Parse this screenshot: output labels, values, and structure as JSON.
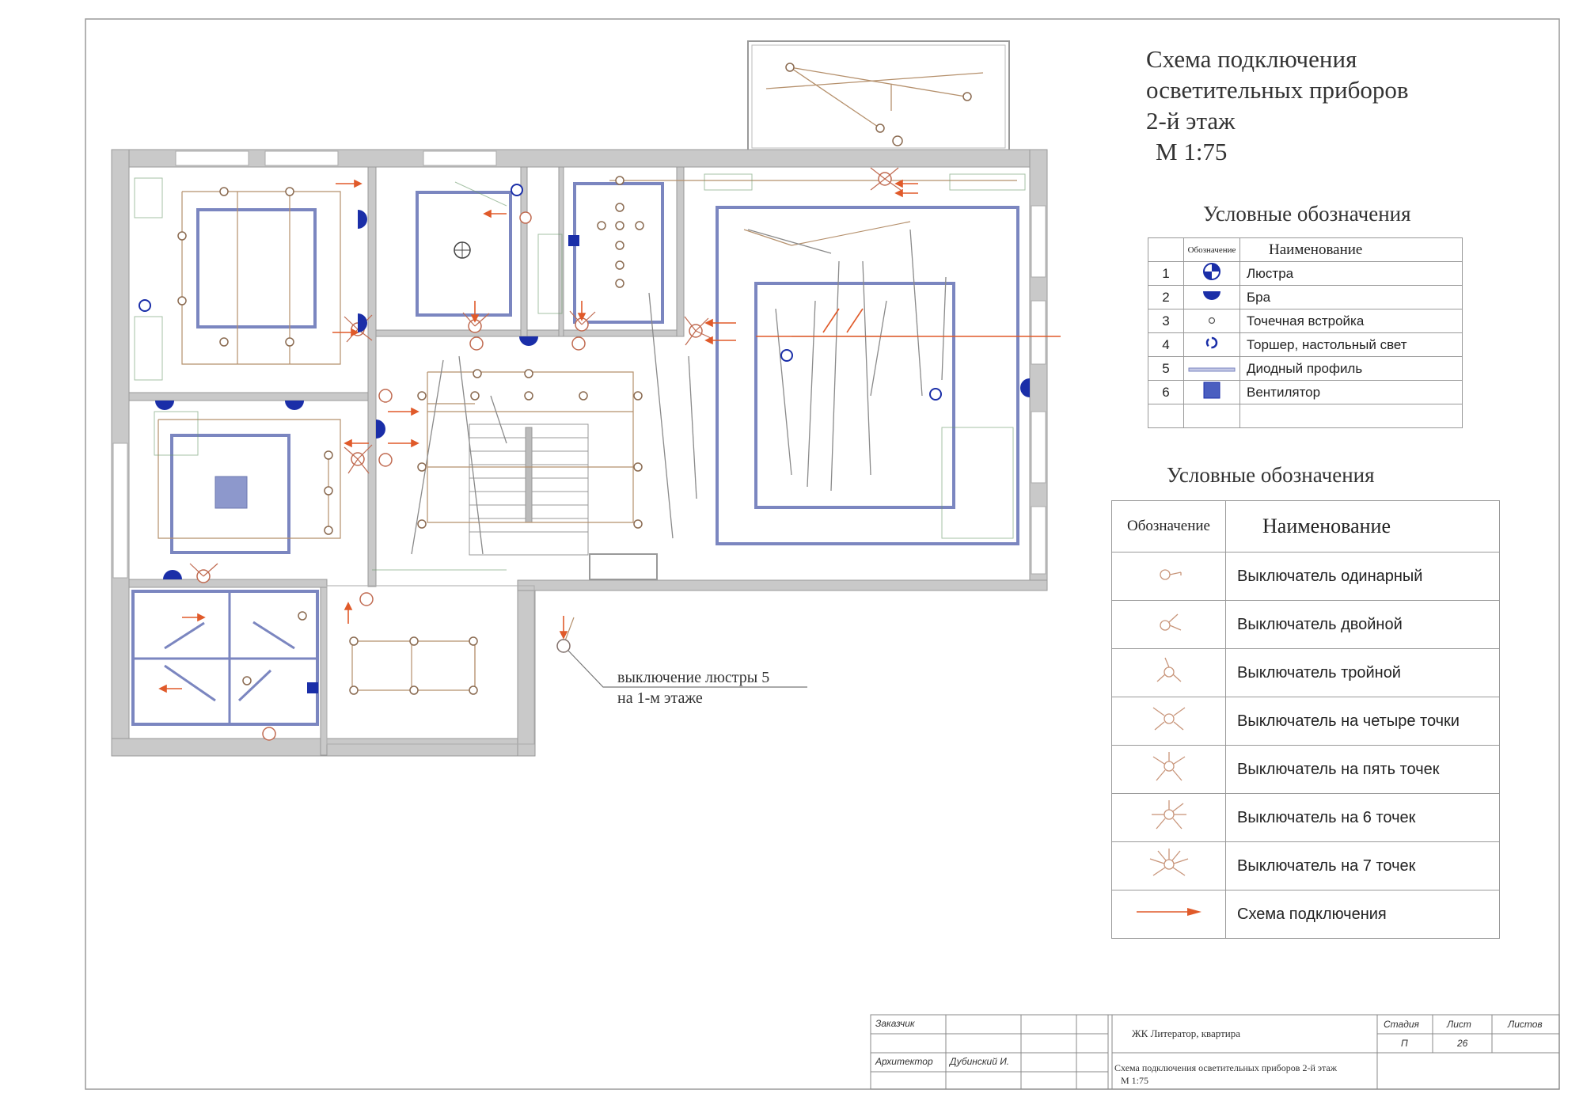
{
  "title": {
    "line1": "Схема подключения",
    "line2": "осветительных приборов",
    "line3": "2-й этаж",
    "line4": "М 1:75"
  },
  "legend1": {
    "title": "Условные обозначения",
    "col_symbol": "Обозначение",
    "col_name": "Наименование",
    "rows": [
      {
        "num": "1",
        "icon": "chandelier-icon",
        "label": "Люстра"
      },
      {
        "num": "2",
        "icon": "sconce-icon",
        "label": "Бра"
      },
      {
        "num": "3",
        "icon": "spotlight-icon",
        "label": "Точечная встройка"
      },
      {
        "num": "4",
        "icon": "floor-lamp-icon",
        "label": "Торшер, настольный свет"
      },
      {
        "num": "5",
        "icon": "led-profile-icon",
        "label": "Диодный профиль"
      },
      {
        "num": "6",
        "icon": "fan-icon",
        "label": "Вентилятор"
      }
    ]
  },
  "legend2": {
    "title": "Условные обозначения",
    "col_symbol": "Обозначение",
    "col_name": "Наименование",
    "rows": [
      {
        "icon": "single-switch-icon",
        "label": "Выключатель одинарный"
      },
      {
        "icon": "double-switch-icon",
        "label": "Выключатель двойной"
      },
      {
        "icon": "triple-switch-icon",
        "label": "Выключатель тройной"
      },
      {
        "icon": "four-point-switch-icon",
        "label": "Выключатель на четыре точки"
      },
      {
        "icon": "five-point-switch-icon",
        "label": "Выключатель на пять точек"
      },
      {
        "icon": "six-point-switch-icon",
        "label": "Выключатель на 6 точек"
      },
      {
        "icon": "seven-point-switch-icon",
        "label": "Выключатель на 7 точек"
      },
      {
        "icon": "connection-arrow-icon",
        "label": "Схема подключения"
      }
    ]
  },
  "note": {
    "line1": "выключение люстры 5",
    "line2": "на 1-м этаже"
  },
  "stamp": {
    "customer_label": "Заказчик",
    "architect_label": "Архитектор",
    "architect_name": "Дубинский И.",
    "project": "ЖК Литератор, квартира",
    "sheet_title": "Схема подключения осветительных приборов 2-й этаж",
    "scale": "М 1:75",
    "stage_label": "Стадия",
    "sheet_label": "Лист",
    "sheets_label": "Листов",
    "stage_value": "П",
    "sheet_value": "26"
  },
  "colors": {
    "wall": "#c8c8c8",
    "profile": "#7b86c0",
    "fixture": "#1a2ea8",
    "wire": "#e05a2a",
    "line": "#b5906c"
  }
}
